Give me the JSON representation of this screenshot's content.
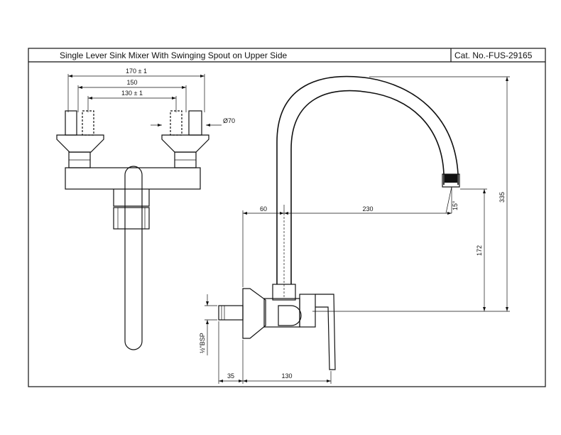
{
  "title_block": {
    "description": "Single Lever Sink Mixer With Swinging Spout on Upper Side",
    "catalog_number": "Cat. No.-FUS-29165"
  },
  "dimensions": {
    "width_170": "170 ± 1",
    "width_150": "150",
    "width_130": "130 ± 1",
    "dia_70": "Ø70",
    "reach_60": "60",
    "reach_230": "230",
    "height_335": "335",
    "height_172": "172",
    "angle": "15°",
    "thread": "½\"BSP",
    "base_35": "35",
    "base_130": "130"
  }
}
